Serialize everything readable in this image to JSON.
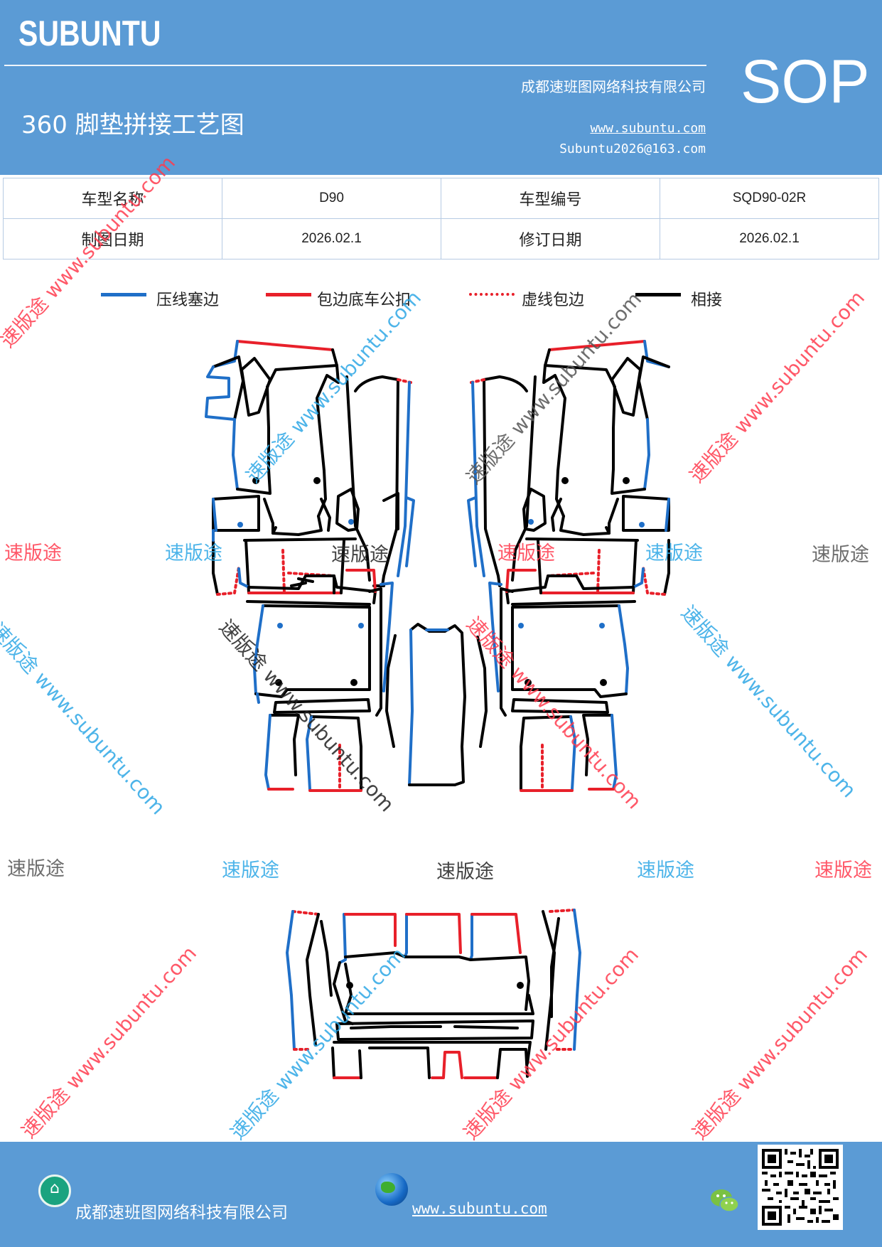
{
  "header": {
    "brand": "SUBUNTU",
    "doc_title": "360 脚垫拼接工艺图",
    "company": "成都速班图网络科技有限公司",
    "website": "www.subuntu.com",
    "email": "Subuntu2026@163.com",
    "doc_type": "SOP"
  },
  "info_table": {
    "row1": {
      "label1": "车型名称",
      "value1": "D90",
      "label2": "车型编号",
      "value2": "SQD90-02R"
    },
    "row2": {
      "label1": "制图日期",
      "value1": "2026.02.1",
      "label2": "修订日期",
      "value2": "2026.02.1"
    }
  },
  "legend": [
    {
      "label": "压线塞边",
      "color": "#1f6fc8",
      "style": "solid"
    },
    {
      "label": "包边底车公扣",
      "color": "#e8202a",
      "style": "solid"
    },
    {
      "label": "虚线包边",
      "color": "#e8202a",
      "style": "dotted"
    },
    {
      "label": "相接",
      "color": "#000000",
      "style": "solid"
    }
  ],
  "watermarks": {
    "brand_cn": "速版途",
    "url": "www.subuntu.com"
  },
  "footer": {
    "company": "成都速班图网络科技有限公司",
    "website": "www.subuntu.com"
  },
  "colors": {
    "header_bg": "#5b9bd5",
    "blue_edge": "#1f6fc8",
    "red_edge": "#e8202a",
    "joint": "#000000"
  }
}
